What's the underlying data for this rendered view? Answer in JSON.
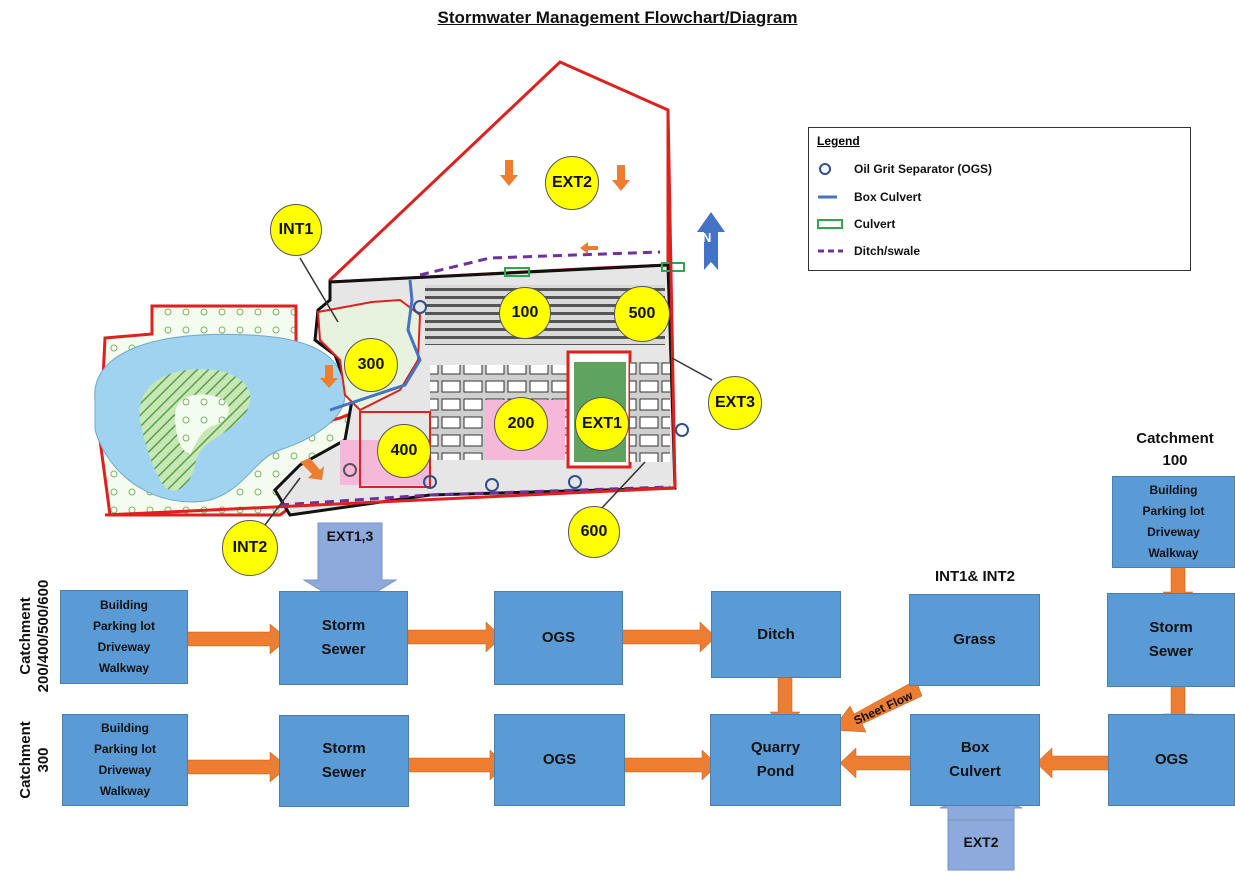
{
  "title": "Stormwater Management Flowchart/Diagram",
  "legend": {
    "heading": "Legend",
    "items": [
      {
        "label": "Oil Grit Separator (OGS)",
        "icon": "ogs-circle-icon",
        "color": "#2f4f8f"
      },
      {
        "label": "Box Culvert",
        "icon": "box-culvert-line-icon",
        "color": "#4472c4"
      },
      {
        "label": "Culvert",
        "icon": "culvert-rect-icon",
        "color": "#2ea84f"
      },
      {
        "label": "Ditch/swale",
        "icon": "ditch-dash-icon",
        "color": "#7030a0"
      }
    ]
  },
  "map": {
    "north": "N",
    "labels": {
      "ext2": "EXT2",
      "int1": "INT1",
      "m100": "100",
      "m500": "500",
      "m300": "300",
      "ext3": "EXT3",
      "m200": "200",
      "ext1": "EXT1",
      "m400": "400",
      "int2": "INT2",
      "m600": "600"
    }
  },
  "flow": {
    "row1_label": [
      "Catchment",
      "200/400/500/600"
    ],
    "row2_label": [
      "Catchment",
      "300"
    ],
    "catch100_label": [
      "Catchment",
      "100"
    ],
    "int_label": "INT1& INT2",
    "ext13": "EXT1,3",
    "ext2": "EXT2",
    "sheet_flow": "Sheet Flow",
    "row1": {
      "source": [
        "Building",
        "Parking lot",
        "Driveway",
        "Walkway"
      ],
      "storm": [
        "Storm",
        "Sewer"
      ],
      "ogs": "OGS",
      "ditch": "Ditch",
      "grass": "Grass",
      "storm_r": [
        "Storm",
        "Sewer"
      ]
    },
    "row2": {
      "source": [
        "Building",
        "Parking lot",
        "Driveway",
        "Walkway"
      ],
      "storm": [
        "Storm",
        "Sewer"
      ],
      "ogs": "OGS",
      "pond": [
        "Quarry",
        "Pond"
      ],
      "culvert": [
        "Box",
        "Culvert"
      ],
      "ogs_r": "OGS"
    },
    "top": {
      "source": [
        "Building",
        "Parking lot",
        "Driveway",
        "Walkway"
      ]
    }
  },
  "colors": {
    "arrow": "#ed7d31",
    "box": "#5b9bd5",
    "ext": "#8ea9db",
    "boundary": "#e0201e",
    "water": "#9fd3ef",
    "label": "#ffff00"
  }
}
